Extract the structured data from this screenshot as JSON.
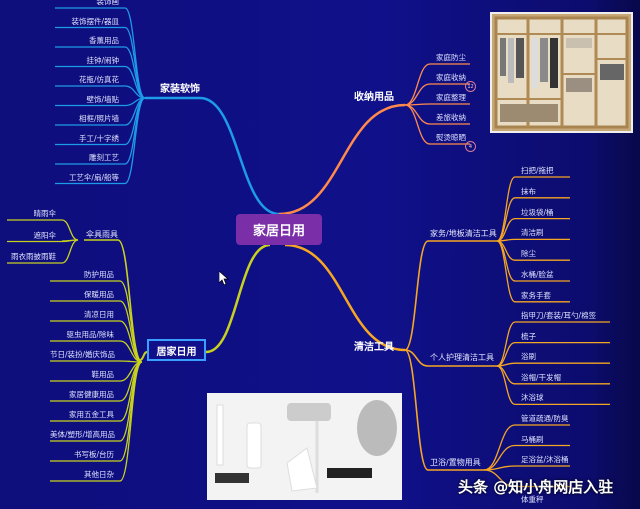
{
  "center": "家居日用",
  "branches": {
    "decor": {
      "label": "家装软饰",
      "color": "#1e9be8",
      "items": [
        "装饰画",
        "装饰摆件/器皿",
        "香薰用品",
        "挂钟/闹钟",
        "花瓶/仿真花",
        "壁饰/墙贴",
        "相框/照片墙",
        "手工/十字绣",
        "雕刻工艺",
        "工艺伞/扇/船等"
      ]
    },
    "storage": {
      "label": "收纳用品",
      "color": "#ff8a4c",
      "items": [
        "家庭防尘",
        "家庭收纳",
        "家庭整理",
        "差旅收纳",
        "熨烫晾晒"
      ],
      "badges": [
        "12",
        "4"
      ]
    },
    "daily": {
      "label": "居家日用",
      "color": "#c8d21e",
      "umbrella": {
        "label": "伞具雨具",
        "items": [
          "晴雨伞",
          "遮阳伞",
          "雨衣雨披雨鞋"
        ]
      },
      "items": [
        "防护用品",
        "保暖用品",
        "清凉日用",
        "驱虫用品/除味",
        "节日/装扮/婚庆饰品",
        "鞋用品",
        "家居健康用品",
        "家用五金工具",
        "美体/塑形/增高用品",
        "书写板/台历",
        "其他日杂"
      ]
    },
    "cleaning": {
      "label": "清洁工具",
      "color": "#f5a623",
      "groups": [
        {
          "label": "家务/地板清洁工具",
          "items": [
            "扫把/拖把",
            "抹布",
            "垃圾袋/桶",
            "清洁刷",
            "除尘",
            "水桶/脸盆",
            "家务手套"
          ]
        },
        {
          "label": "个人护理清洁工具",
          "items": [
            "指甲刀/套装/耳勺/棉签",
            "梳子",
            "浴刷",
            "浴帽/干发帽",
            "沐浴球"
          ]
        },
        {
          "label": "卫浴/置物用具",
          "items": [
            "管道疏通/防臭",
            "马桶刷",
            "足浴盆/沐浴桶",
            "体重秤"
          ]
        }
      ]
    }
  },
  "watermark": "头条 @知小舟网店入驻"
}
